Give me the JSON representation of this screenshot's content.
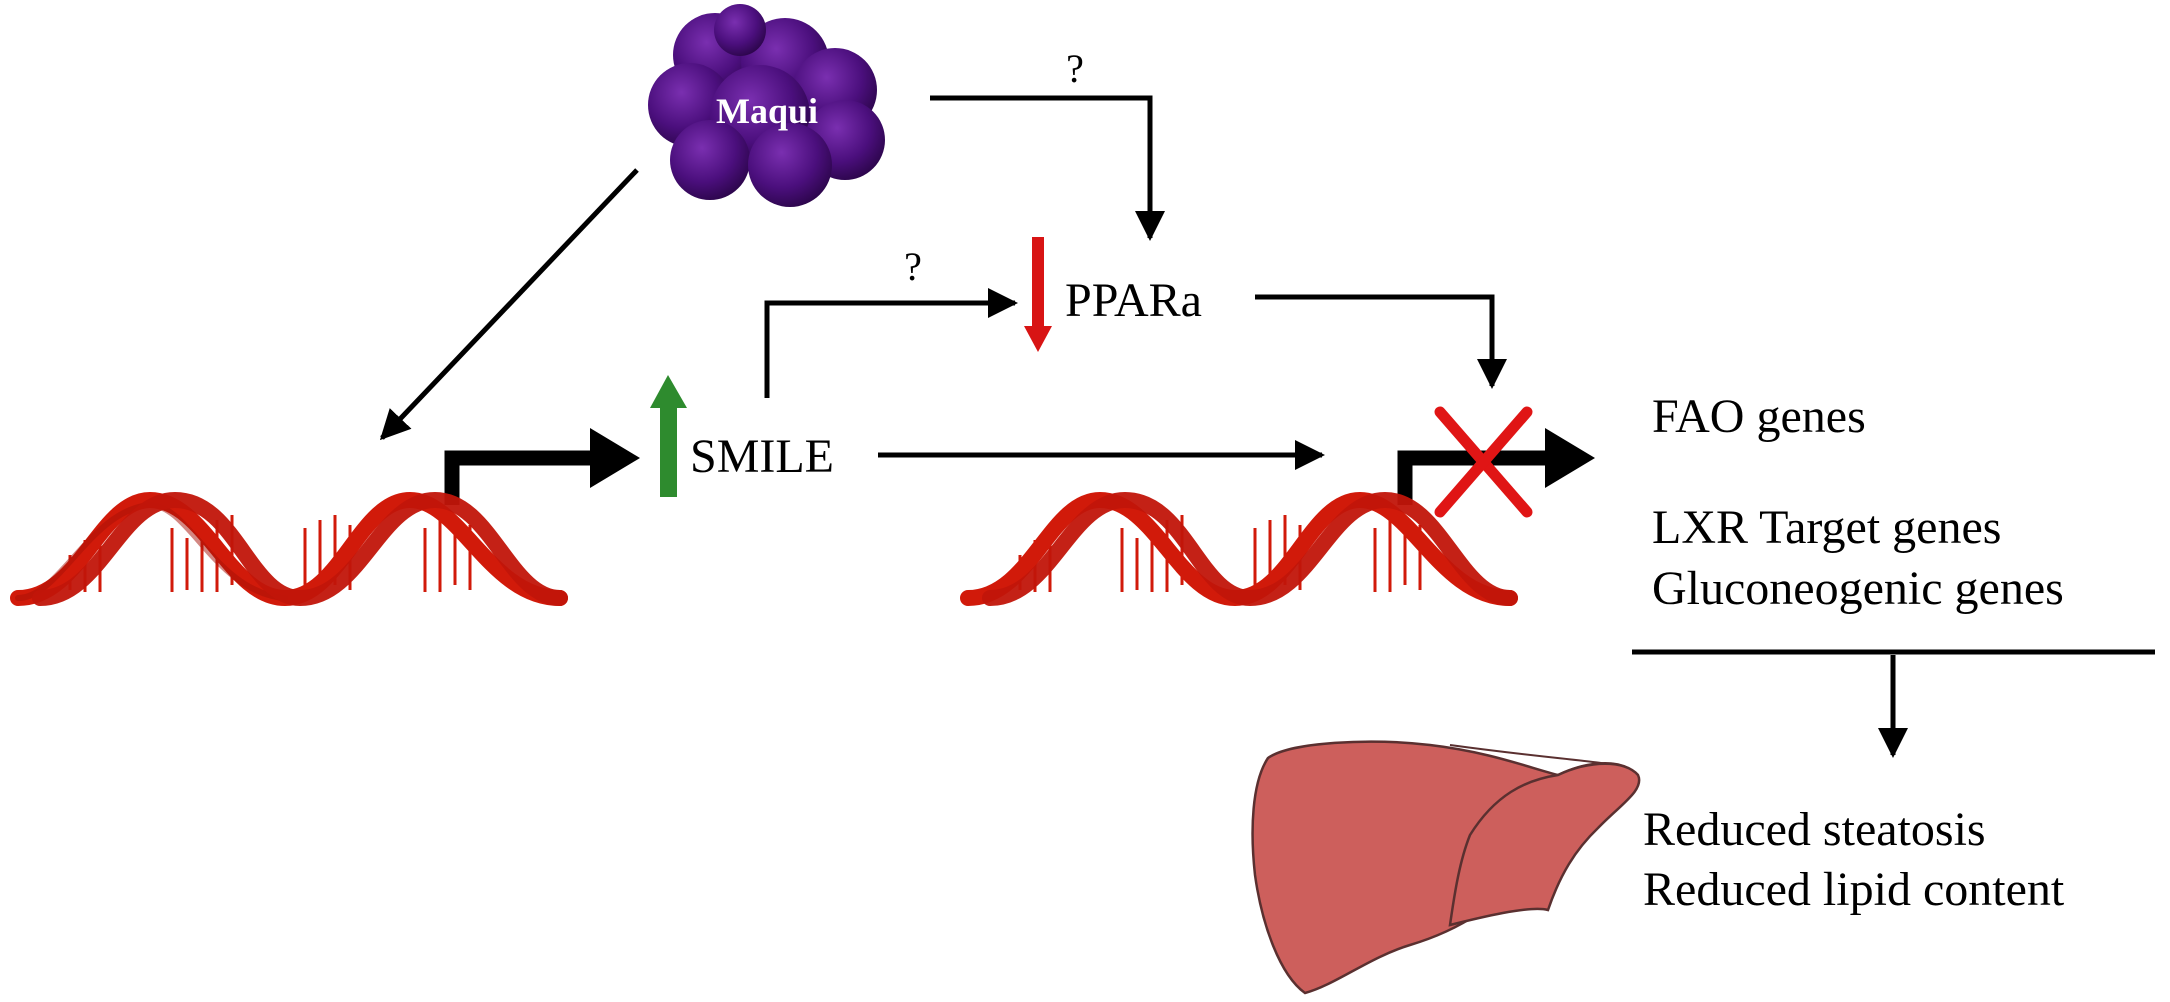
{
  "labels": {
    "maqui": "Maqui",
    "question_top": "?",
    "question_mid": "?",
    "ppara": "PPARa",
    "smile": "SMILE",
    "fao_genes": "FAO genes",
    "lxr_target_genes": "LXR Target genes",
    "gluconeogenic_genes": "Gluconeogenic genes",
    "reduced_steatosis": "Reduced steatosis",
    "reduced_lipid_content": "Reduced lipid content"
  },
  "colors": {
    "maqui_berries": "#4b0f7d",
    "dna": "#d11a0a",
    "dna_dark": "#a80f05",
    "up_arrow": "#2e8b2e",
    "down_arrow": "#d81414",
    "block_x": "#e01515",
    "liver_fill": "#cd5f5c",
    "liver_stroke": "#5a3030"
  },
  "icons": {
    "maqui": "berry-cluster-icon",
    "dna": "dna-helix-icon",
    "liver": "liver-icon",
    "up": "up-arrow-icon",
    "down": "down-arrow-icon",
    "block": "red-x-icon"
  }
}
